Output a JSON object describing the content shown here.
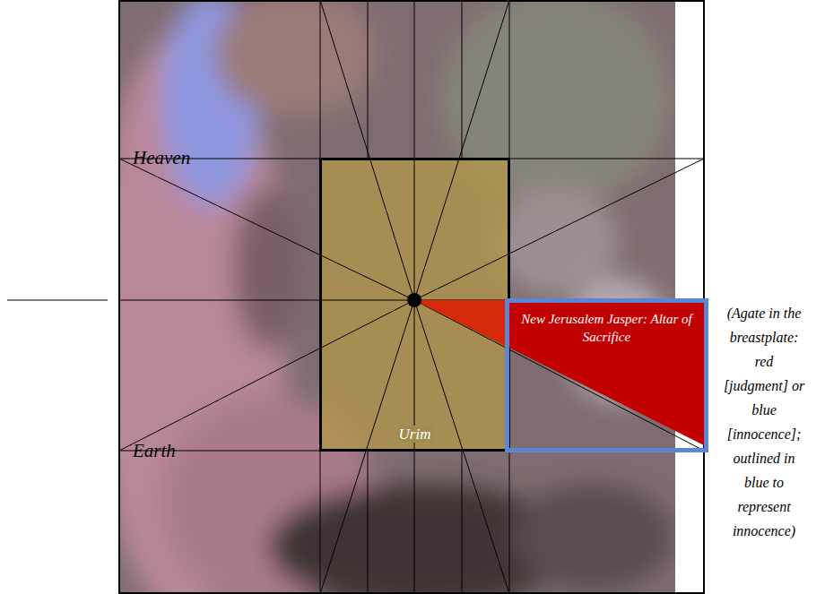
{
  "diagram": {
    "nodes": [
      {
        "text": [
          "Urim"
        ]
      },
      {
        "text": [
          "New Jerusalem Jasper: Altar of Sacrifice"
        ]
      }
    ],
    "labels": [
      "Heaven",
      "Earth",
      "(Agate in the breastplate: red [judgment] or blue [innocence]; outlined in blue to represent innocence)"
    ]
  }
}
